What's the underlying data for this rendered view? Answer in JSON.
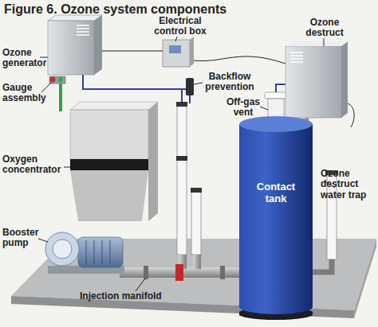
{
  "diagram": {
    "title": "Figure 6. Ozone system components",
    "nodes": [
      {
        "text": [
          "Contact tank"
        ]
      }
    ],
    "labels": [
      "Electrical control box",
      "Ozone destruct",
      "Ozone generator",
      "Backflow prevention",
      "Off-gas vent",
      "Gauge assembly",
      "Oxygen concentrator",
      "Ozone destruct water trap",
      "Booster pump",
      "Injection manifold"
    ]
  }
}
